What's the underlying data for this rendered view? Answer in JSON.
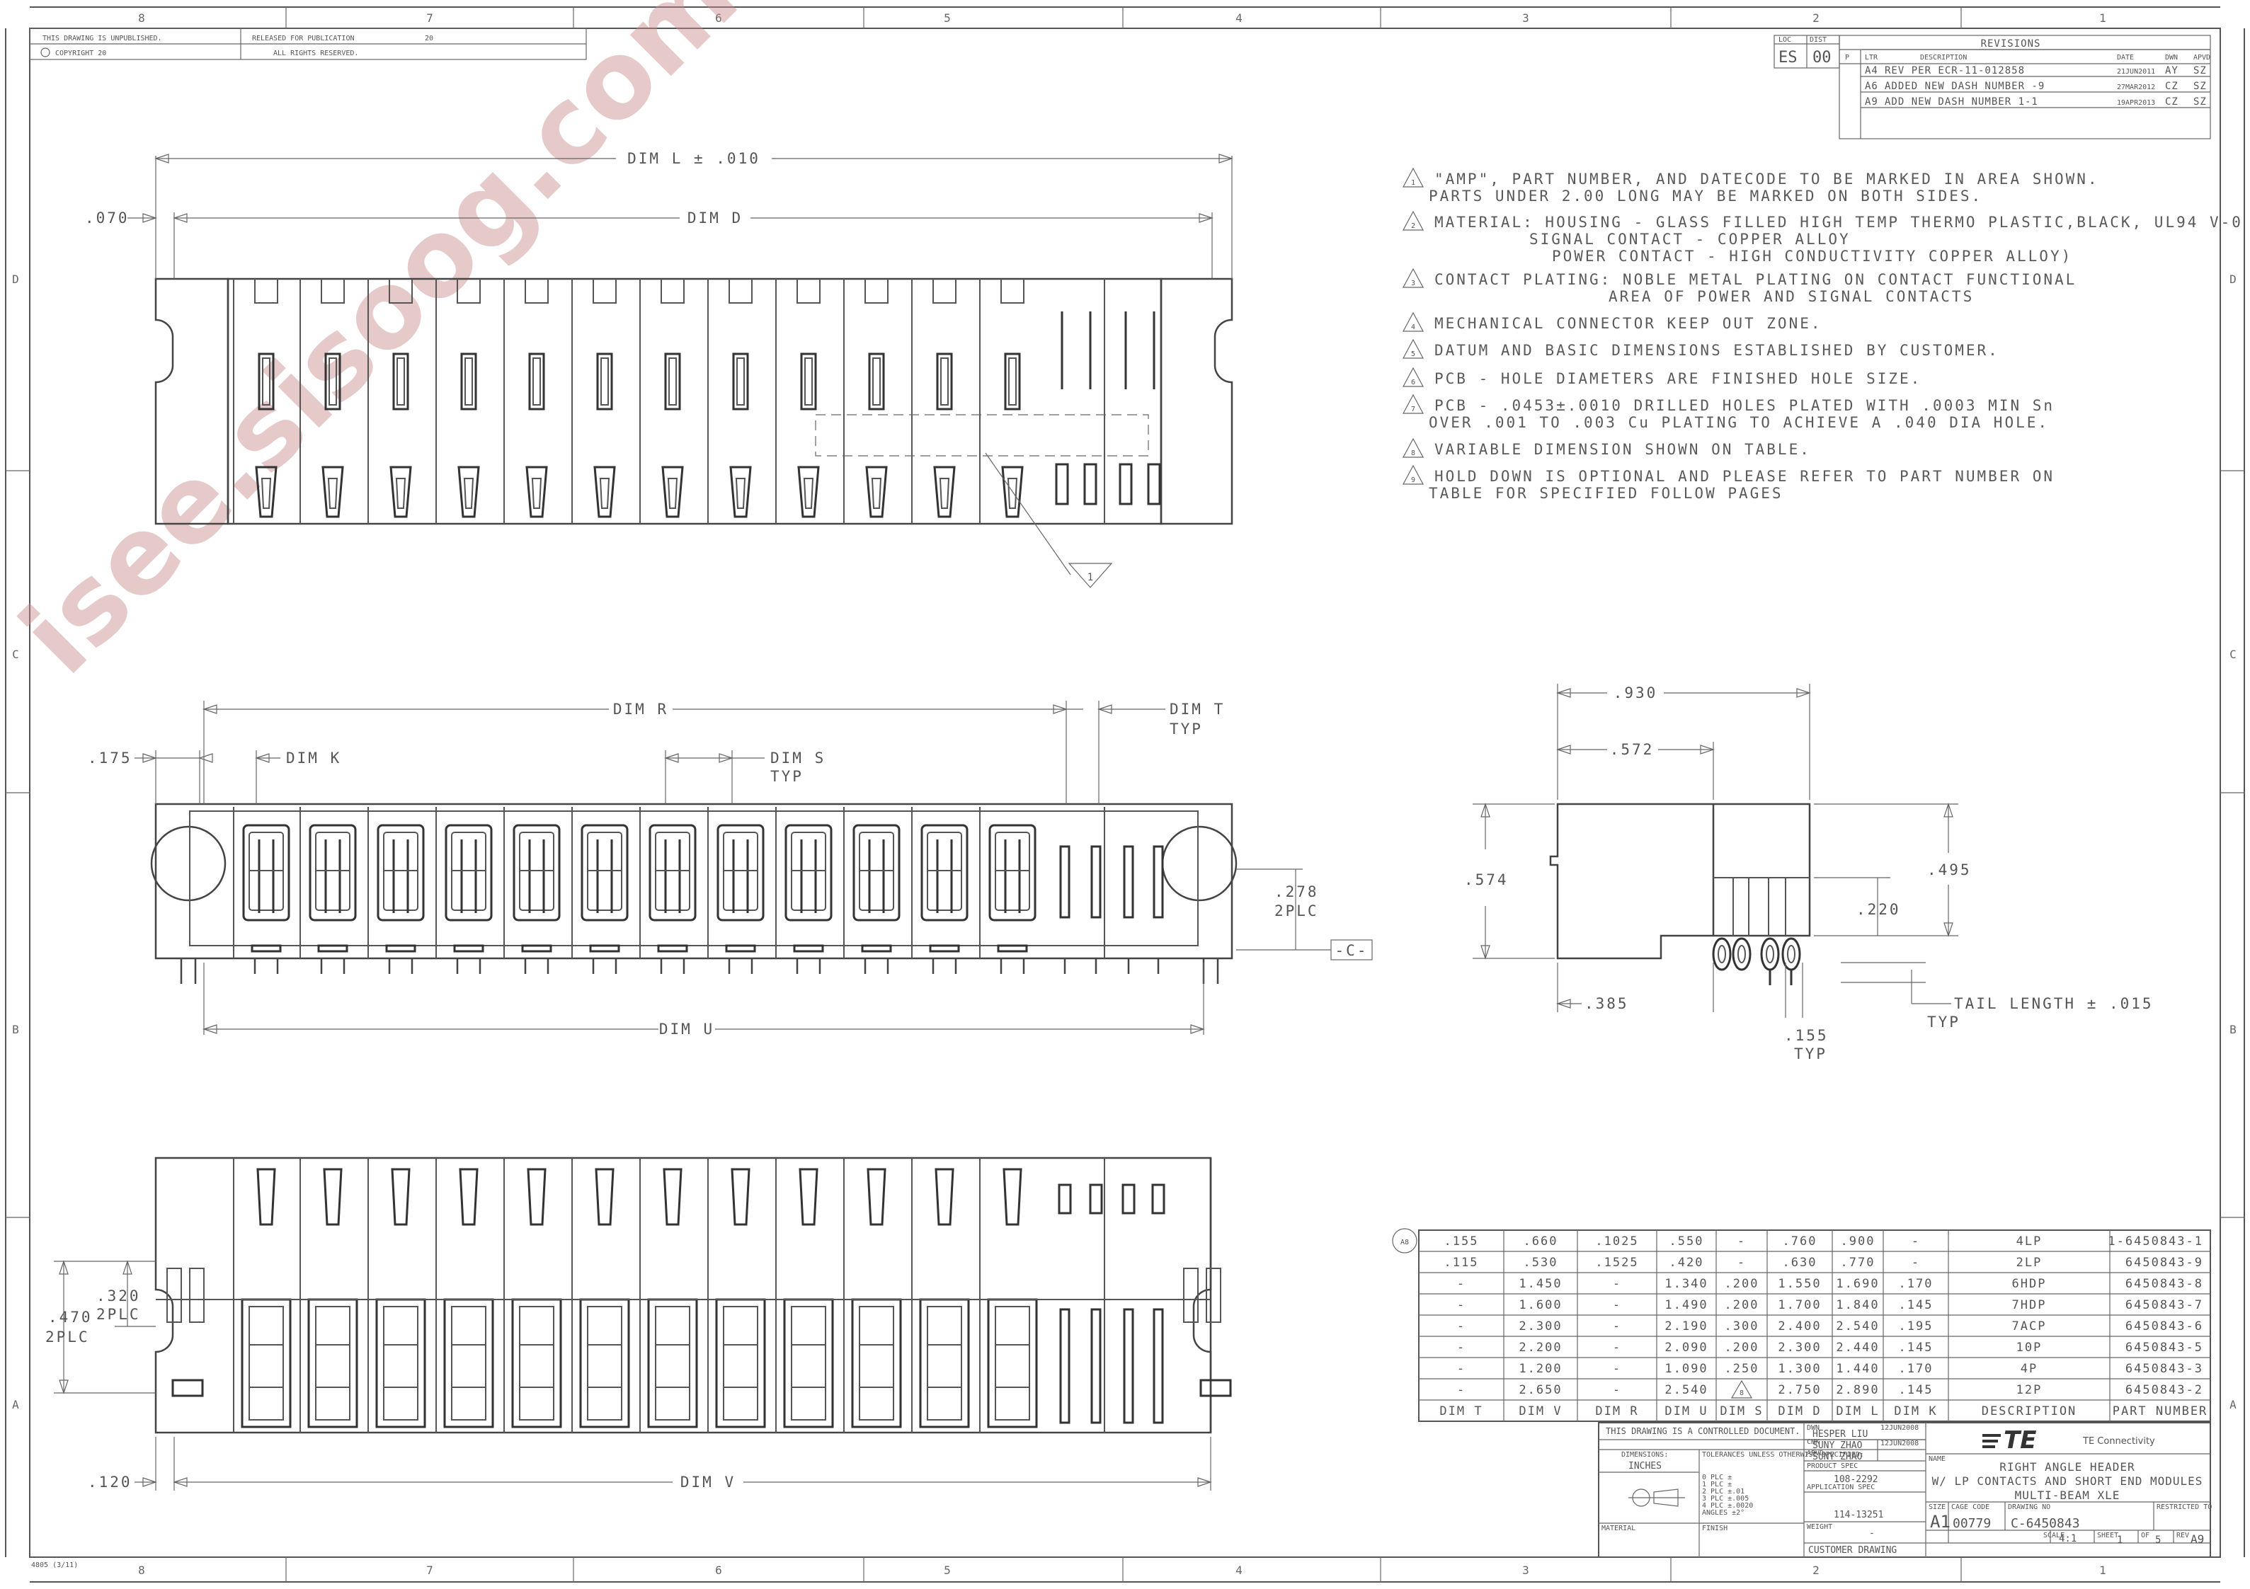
{
  "watermark": "isee.sisoog.com",
  "zones_top": [
    "8",
    "7",
    "6",
    "5",
    "4",
    "3",
    "2",
    "1"
  ],
  "zones_side": [
    "D",
    "C",
    "B",
    "A"
  ],
  "header_left": {
    "unpublished": "THIS DRAWING IS UNPUBLISHED.",
    "released": "RELEASED FOR PUBLICATION",
    "year": "20",
    "copyright": "COPYRIGHT 20",
    "rights": "ALL RIGHTS RESERVED."
  },
  "loc_dist": {
    "loc_label": "LOC",
    "loc": "ES",
    "dist_label": "DIST",
    "dist": "00"
  },
  "revisions": {
    "title": "REVISIONS",
    "headers": [
      "P",
      "LTR",
      "DESCRIPTION",
      "DATE",
      "DWN",
      "APVD"
    ],
    "rows": [
      [
        "",
        "A4",
        "REV PER ECR-11-012858",
        "21JUN2011",
        "AY",
        "SZ"
      ],
      [
        "",
        "A6",
        "ADDED NEW DASH NUMBER -9",
        "27MAR2012",
        "CZ",
        "SZ"
      ],
      [
        "",
        "A9",
        "ADD NEW DASH NUMBER 1-1",
        "19APR2013",
        "CZ",
        "SZ"
      ]
    ]
  },
  "top_view": {
    "dim_l": "DIM L ± .010",
    "dim_d": "DIM D",
    "left_offset": ".070",
    "flag": "1"
  },
  "front_view": {
    "dim_r": "DIM R",
    "dim_t": "DIM T",
    "dim_t_typ": "TYP",
    "dim_k": "DIM K",
    "dim_s": "DIM S",
    "dim_s_typ": "TYP",
    "left_offset": ".175",
    "height": ".278",
    "height_plc": "2PLC",
    "datum": "-C-",
    "dim_u": "DIM U"
  },
  "bottom_view": {
    "dim_v": "DIM V",
    "left_offset": ".120",
    "h_outer": ".470",
    "h_outer_plc": "2PLC",
    "h_inner": ".320",
    "h_inner_plc": "2PLC"
  },
  "side_view": {
    "width": ".930",
    "inner_width": ".572",
    "height": ".574",
    "right_height": ".495",
    "pin_height": ".220",
    "left_offset": ".385",
    "tail": "TAIL LENGTH ± .015",
    "tail_typ": "TYP",
    "pitch": ".155",
    "pitch_typ": "TYP"
  },
  "notes": [
    {
      "n": "1",
      "lines": [
        "\"AMP\", PART NUMBER, AND DATECODE TO BE MARKED IN AREA SHOWN.",
        "PARTS UNDER 2.00 LONG MAY BE MARKED ON BOTH SIDES."
      ]
    },
    {
      "n": "2",
      "lines": [
        "MATERIAL: HOUSING - GLASS FILLED HIGH TEMP THERMO PLASTIC,BLACK, UL94 V-0",
        "SIGNAL CONTACT - COPPER ALLOY",
        "POWER CONTACT - HIGH CONDUCTIVITY COPPER ALLOY)"
      ]
    },
    {
      "n": "3",
      "lines": [
        "CONTACT PLATING: NOBLE METAL PLATING ON CONTACT FUNCTIONAL",
        "AREA OF POWER AND SIGNAL CONTACTS"
      ]
    },
    {
      "n": "4",
      "lines": [
        "MECHANICAL CONNECTOR KEEP OUT ZONE."
      ]
    },
    {
      "n": "5",
      "lines": [
        "DATUM AND BASIC DIMENSIONS ESTABLISHED BY CUSTOMER."
      ]
    },
    {
      "n": "6",
      "lines": [
        "PCB - HOLE DIAMETERS ARE FINISHED HOLE SIZE."
      ]
    },
    {
      "n": "7",
      "lines": [
        "PCB - .0453±.0010 DRILLED HOLES PLATED WITH .0003 MIN Sn",
        "OVER .001 TO .003 Cu PLATING TO ACHIEVE A .040 DIA HOLE."
      ]
    },
    {
      "n": "8",
      "lines": [
        "VARIABLE DIMENSION SHOWN ON TABLE."
      ]
    },
    {
      "n": "9",
      "lines": [
        "HOLD DOWN IS OPTIONAL AND PLEASE REFER TO  PART NUMBER ON",
        "TABLE FOR SPECIFIED FOLLOW PAGES"
      ]
    }
  ],
  "dim_table": {
    "rev_flag": "A8",
    "headers": [
      "DIM T",
      "DIM V",
      "DIM R",
      "DIM U",
      "DIM S",
      "DIM D",
      "DIM L",
      "DIM K",
      "DESCRIPTION",
      "PART NUMBER"
    ],
    "rows": [
      [
        ".155",
        ".660",
        ".1025",
        ".550",
        "-",
        ".760",
        ".900",
        "-",
        "4LP",
        "1-6450843-1"
      ],
      [
        ".115",
        ".530",
        ".1525",
        ".420",
        "-",
        ".630",
        ".770",
        "-",
        "2LP",
        "6450843-9"
      ],
      [
        "-",
        "1.450",
        "-",
        "1.340",
        ".200",
        "1.550",
        "1.690",
        ".170",
        "6HDP",
        "6450843-8"
      ],
      [
        "-",
        "1.600",
        "-",
        "1.490",
        ".200",
        "1.700",
        "1.840",
        ".145",
        "7HDP",
        "6450843-7"
      ],
      [
        "-",
        "2.300",
        "-",
        "2.190",
        ".300",
        "2.400",
        "2.540",
        ".195",
        "7ACP",
        "6450843-6"
      ],
      [
        "-",
        "2.200",
        "-",
        "2.090",
        ".200",
        "2.300",
        "2.440",
        ".145",
        "10P",
        "6450843-5"
      ],
      [
        "-",
        "1.200",
        "-",
        "1.090",
        ".250",
        "1.300",
        "1.440",
        ".170",
        "4P",
        "6450843-3"
      ],
      [
        "-",
        "2.650",
        "-",
        "2.540",
        "8",
        "2.750",
        "2.890",
        ".145",
        "12P",
        "6450843-2"
      ]
    ]
  },
  "title_block": {
    "controlled": "THIS DRAWING IS A CONTROLLED DOCUMENT.",
    "dwn_label": "DWN",
    "dwn": "HESPER LIU",
    "dwn_date": "12JUN2008",
    "chk_label": "CHK",
    "chk": "SUNY ZHAO",
    "chk_date": "12JUN2008",
    "apvd_label": "APVD",
    "apvd": "SUNY ZHAO",
    "dimensions_label": "DIMENSIONS:",
    "units": "INCHES",
    "tol_label": "TOLERANCES UNLESS OTHERWISE SPECIFIED:",
    "tolerances": [
      "0 PLC  ±",
      "1 PLC  ±",
      "2 PLC  ±.01",
      "3 PLC  ±.005",
      "4 PLC  ±.0020",
      "ANGLES  ±2°"
    ],
    "product_spec_label": "PRODUCT SPEC",
    "product_spec": "108-2292",
    "app_spec_label": "APPLICATION SPEC",
    "app_spec": "114-13251",
    "weight_label": "WEIGHT",
    "weight": "-",
    "material_label": "MATERIAL",
    "finish_label": "FINISH",
    "company": "TE Connectivity",
    "logo": "TE",
    "name_label": "NAME",
    "name_lines": [
      "RIGHT ANGLE HEADER",
      "W/ LP CONTACTS AND SHORT END MODULES",
      "MULTI-BEAM XLE"
    ],
    "size_label": "SIZE",
    "size": "A1",
    "cage_label": "CAGE CODE",
    "cage": "00779",
    "dwg_label": "DRAWING NO",
    "dwg": "C-6450843",
    "restricted_label": "RESTRICTED TO",
    "scale_label": "SCALE",
    "scale": "4:1",
    "sheet_label": "SHEET",
    "sheet": "1",
    "of_label": "OF",
    "of": "5",
    "rev_label": "REV",
    "rev": "A9",
    "customer": "CUSTOMER DRAWING"
  },
  "form_no": "4805 (3/11)"
}
